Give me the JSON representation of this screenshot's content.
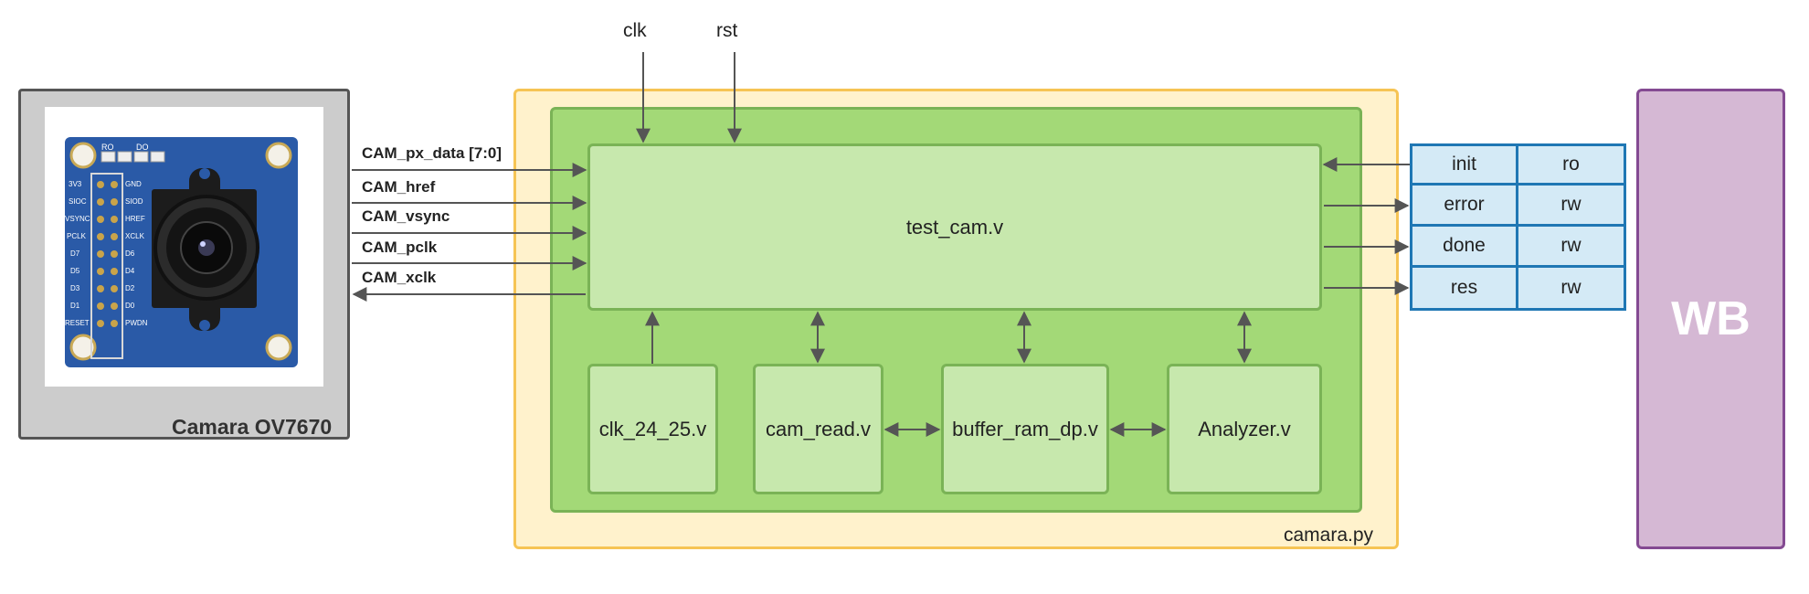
{
  "inputs": {
    "clk": "clk",
    "rst": "rst"
  },
  "camera": {
    "title": "Camara OV7670",
    "signals": [
      "CAM_px_data [7:0]",
      "CAM_href",
      "CAM_vsync",
      "CAM_pclk",
      "CAM_xclk"
    ],
    "pins_left": [
      "3V3",
      "SIOC",
      "VSYNC",
      "PCLK",
      "D7",
      "D5",
      "D3",
      "D1",
      "RESET"
    ],
    "pins_right": [
      "GND",
      "SIOD",
      "HREF",
      "XCLK",
      "D6",
      "D4",
      "D2",
      "D0",
      "PWDN"
    ],
    "header_labels": [
      "RO",
      "DO"
    ]
  },
  "container": {
    "label": "camara.py"
  },
  "modules": {
    "top": "test_cam.v",
    "clk": "clk_24_25.v",
    "cam_read": "cam_read.v",
    "buffer": "buffer_ram_dp.v",
    "analyzer": "Analyzer.v"
  },
  "registers": [
    {
      "name": "init",
      "access": "ro"
    },
    {
      "name": "error",
      "access": "rw"
    },
    {
      "name": "done",
      "access": "rw"
    },
    {
      "name": "res",
      "access": "rw"
    }
  ],
  "bus": {
    "label": "WB"
  },
  "colors": {
    "camera_bg": "#cccccc",
    "container_bg": "#fff2cc",
    "container_border": "#f6c454",
    "module_outer": "#a3d977",
    "module_inner": "#c7e8ad",
    "register_bg": "#d4eaf6",
    "register_border": "#1f77b4",
    "bus_bg": "#d5b8d4",
    "bus_border": "#844a92",
    "arrow": "#555555"
  }
}
